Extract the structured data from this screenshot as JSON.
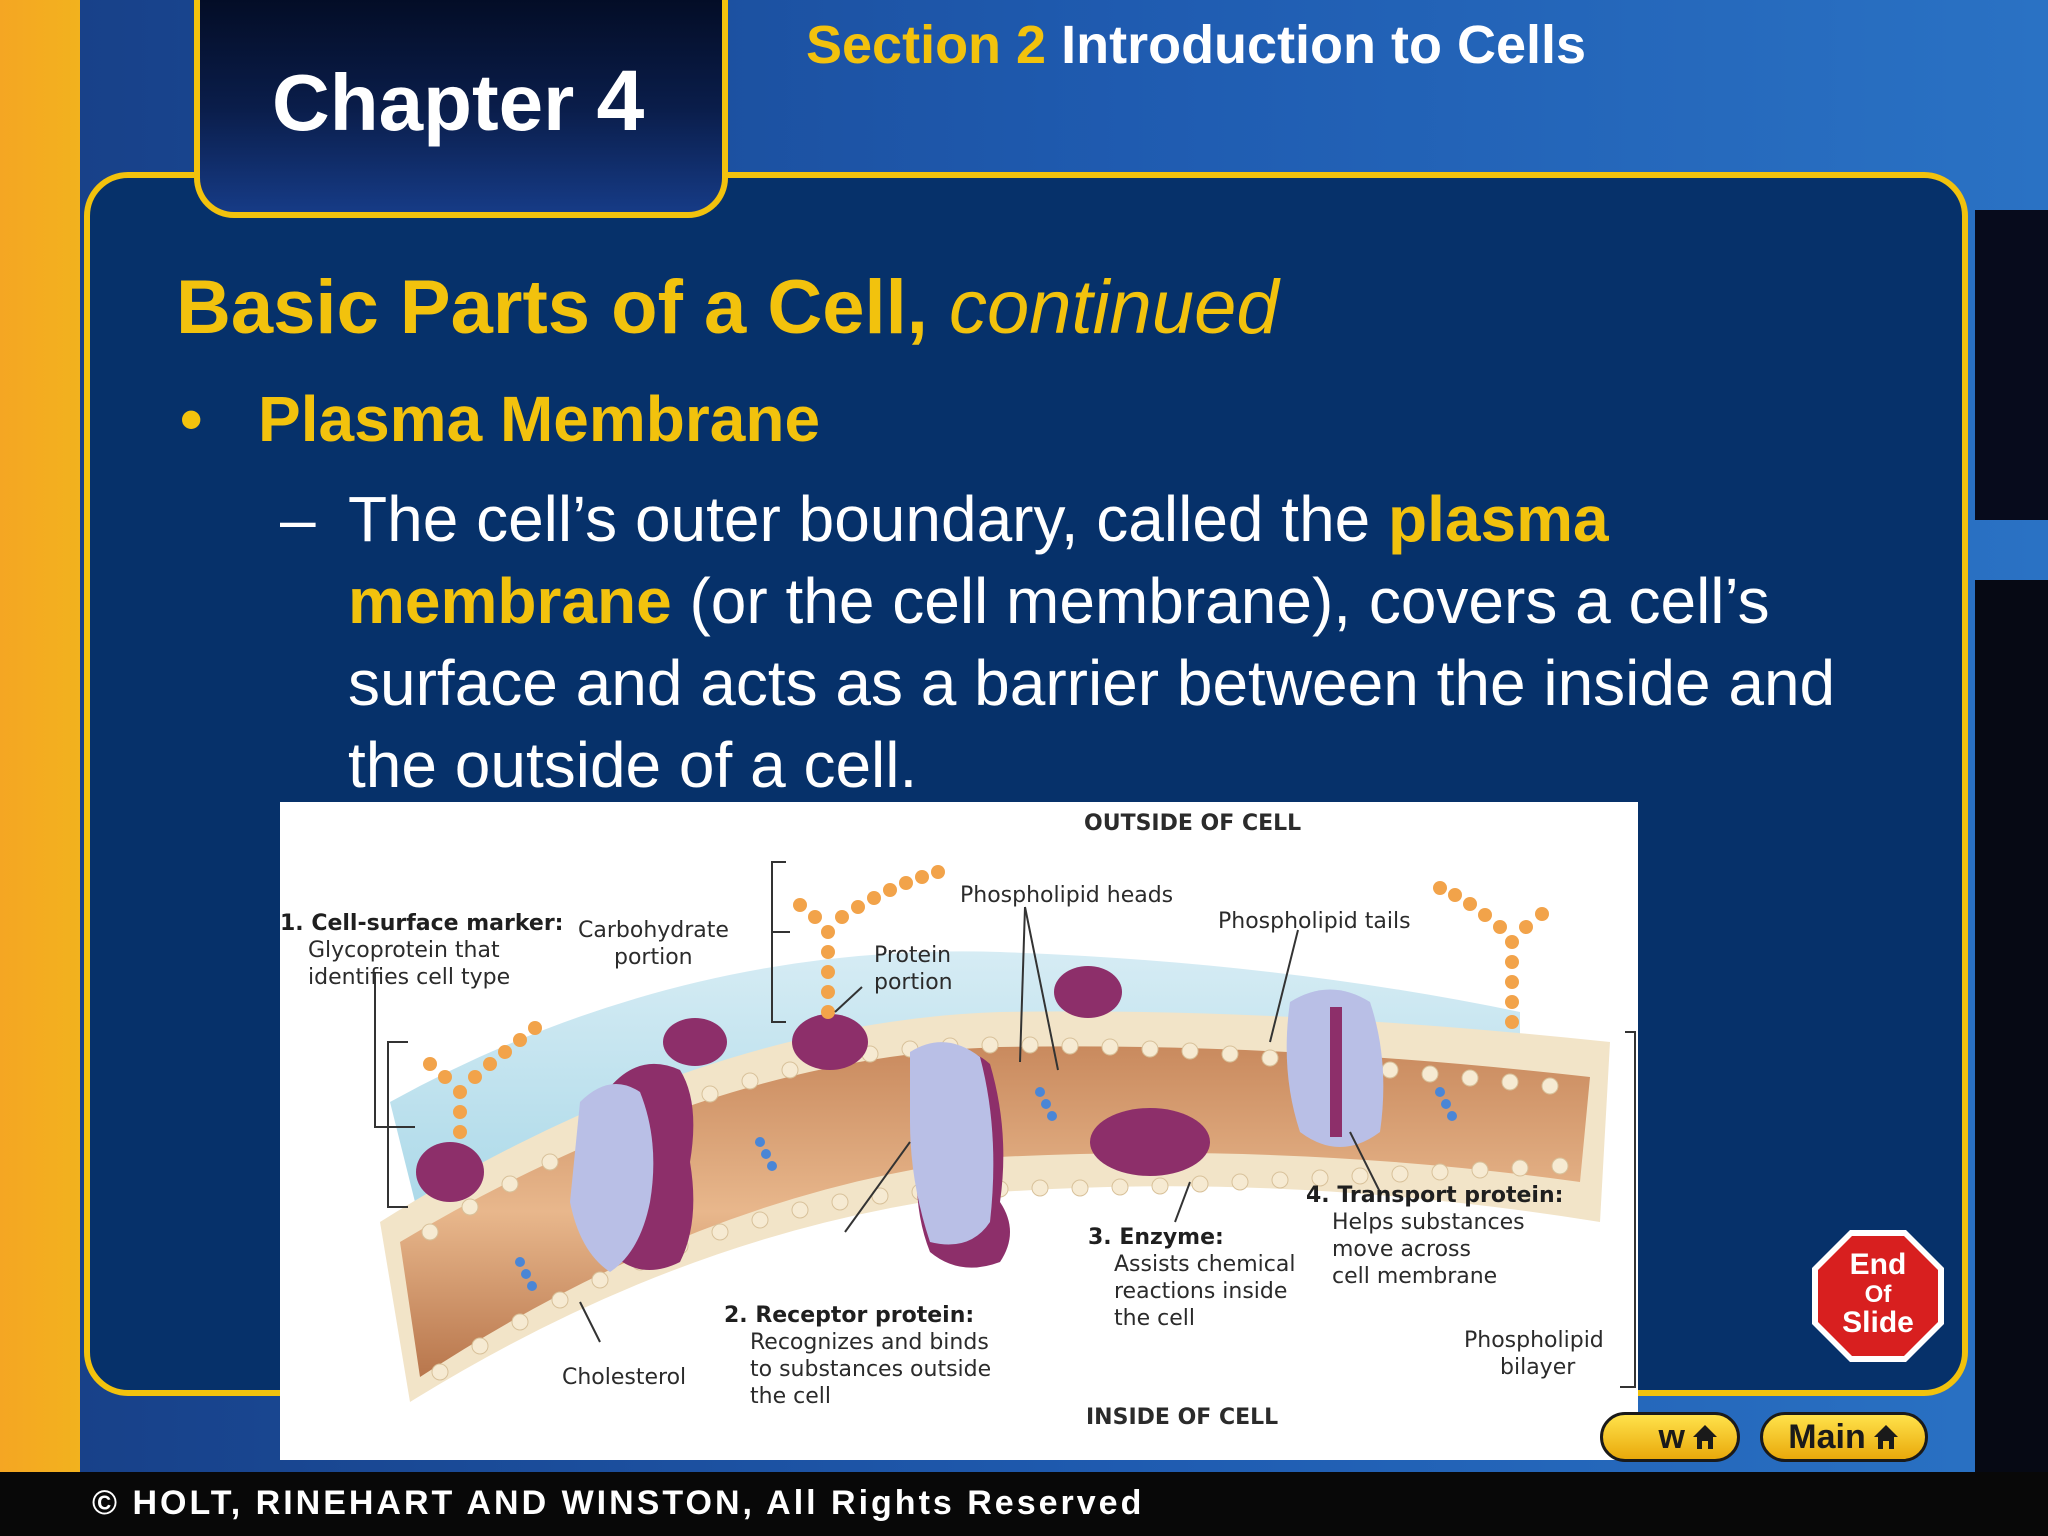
{
  "header": {
    "chapter_label": "Chapter",
    "chapter_number": "4",
    "section_label": "Section 2",
    "section_name": "Introduction to Cells"
  },
  "slide": {
    "heading": "Basic Parts of a Cell,",
    "heading_suffix": "continued",
    "bullet_marker": "•",
    "bullet_text": "Plasma Membrane",
    "sub_dash": "–",
    "sub_text_1": "The cell’s outer boundary, called the ",
    "sub_highlight": "plasma membrane",
    "sub_text_2": " (or the cell membrane), covers a cell’s surface and acts as a barrier between the inside and the outside of a cell."
  },
  "figure": {
    "outside_label": "OUTSIDE OF CELL",
    "inside_label": "INSIDE OF CELL",
    "marker_title": "1. Cell-surface marker:",
    "marker_desc_1": "Glycoprotein that",
    "marker_desc_2": "identifies cell type",
    "carb_1": "Carbohydrate",
    "carb_2": "portion",
    "protein_1": "Protein",
    "protein_2": "portion",
    "heads": "Phospholipid heads",
    "tails": "Phospholipid tails",
    "receptor_title": "2. Receptor protein:",
    "receptor_desc_1": "Recognizes and binds",
    "receptor_desc_2": "to substances outside",
    "receptor_desc_3": "the cell",
    "enzyme_title": "3. Enzyme:",
    "enzyme_desc_1": "Assists chemical",
    "enzyme_desc_2": "reactions inside",
    "enzyme_desc_3": "the cell",
    "transport_title": "4. Transport protein:",
    "transport_desc_1": "Helps substances",
    "transport_desc_2": "move across",
    "transport_desc_3": "cell membrane",
    "cholesterol": "Cholesterol",
    "bilayer_1": "Phospholipid",
    "bilayer_2": "bilayer"
  },
  "end_slide": {
    "line1": "End",
    "line2": "Of",
    "line3": "Slide"
  },
  "nav": {
    "prev_label": "w",
    "main_label": "Main",
    "home_icon": "house-icon"
  },
  "footer": {
    "copyright": "© HOLT, RINEHART AND WINSTON, All Rights Reserved"
  },
  "colors": {
    "gold": "#f2c20d",
    "panel": "#06316a",
    "stop_red": "#d81f1f"
  }
}
